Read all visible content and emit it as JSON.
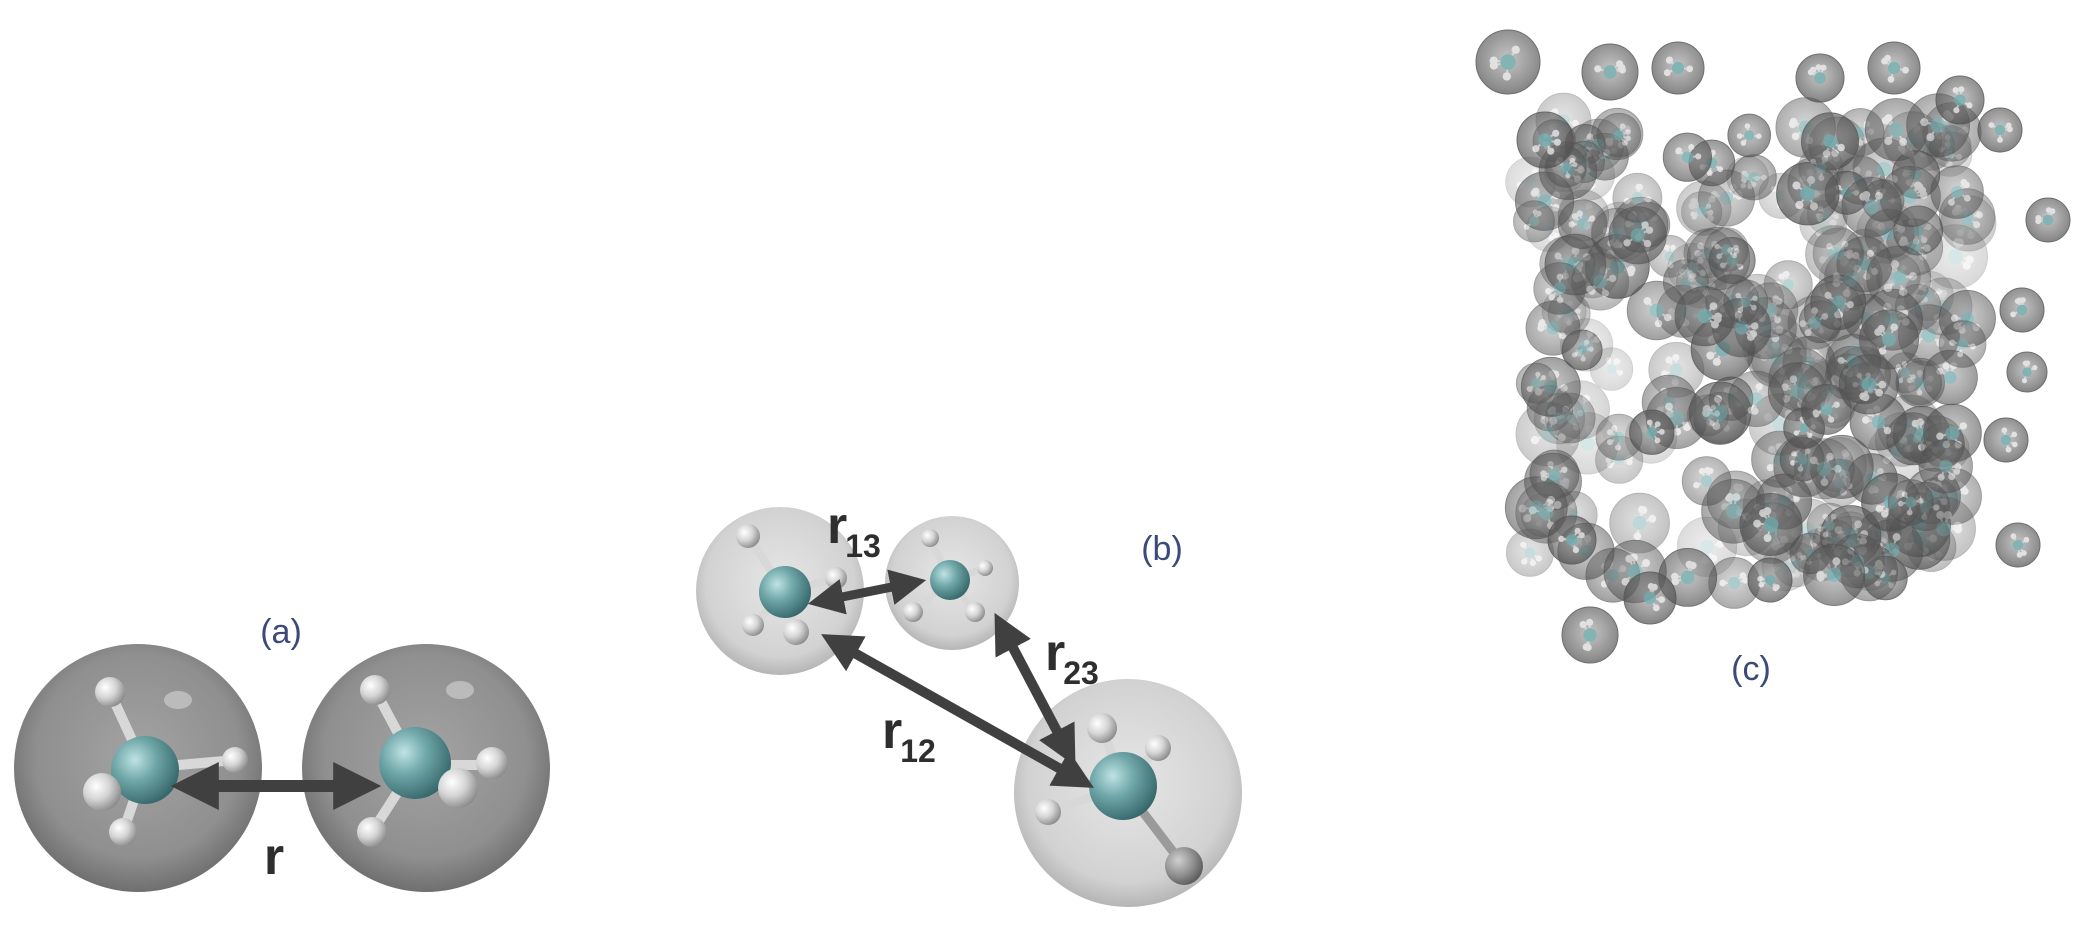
{
  "panels": {
    "a": {
      "label": "(a)",
      "distance": {
        "symbol": "r",
        "subscript": ""
      }
    },
    "b": {
      "label": "(b)",
      "distances": [
        {
          "symbol": "r",
          "subscript": "13"
        },
        {
          "symbol": "r",
          "subscript": "23"
        },
        {
          "symbol": "r",
          "subscript": "12"
        }
      ]
    },
    "c": {
      "label": "(c)"
    }
  },
  "colors": {
    "shell": "#8e8e8e",
    "carbon": "#6fa6a8",
    "hydrogen": "#d8d8d8",
    "arrow": "#404040",
    "label": "#3c4a7a"
  },
  "icons": [
    "molecule-icon",
    "double-arrow-icon"
  ]
}
